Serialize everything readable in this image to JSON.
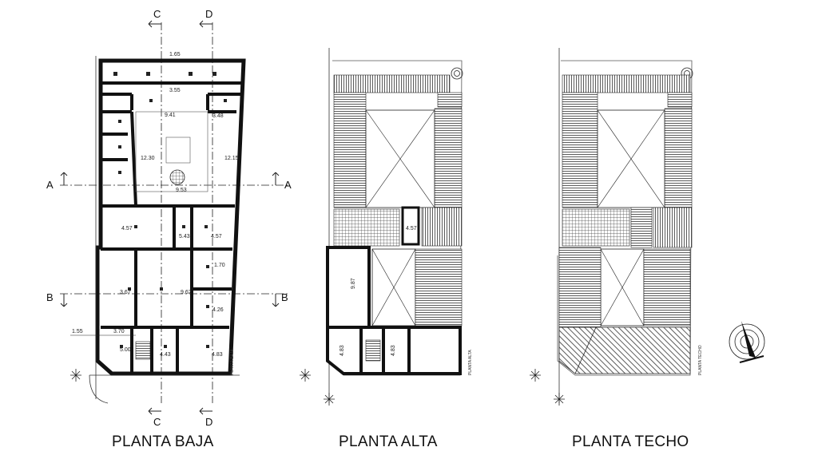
{
  "plans": [
    {
      "title": "PLANTA BAJA"
    },
    {
      "title": "PLANTA ALTA"
    },
    {
      "title": "PLANTA TECHO"
    }
  ],
  "section_marks": {
    "top_c": "C",
    "top_d": "D",
    "bottom_c": "C",
    "bottom_d": "D",
    "left_a": "A",
    "right_a": "A",
    "left_b": "B",
    "right_b": "B"
  },
  "dimensions": {
    "d1": "1.65",
    "d2": "3.55",
    "d3": "9.41",
    "d4": "3.48",
    "d5": "12.30",
    "d6": "12.15",
    "d7": "9.53",
    "d8": "4.57",
    "d9": "5.43",
    "d10": "4.57",
    "d11": "1.70",
    "d12": "3.67",
    "d13": "9.62",
    "d14": "4.26",
    "d15": "3.70",
    "d16": "1.55",
    "d17": "5.00",
    "d18": "4.43",
    "d19": "4.83",
    "alta1": "4.57",
    "alta2": "9.87",
    "alta3": "4.83",
    "alta4": "4.83"
  },
  "side_labels": {
    "baja": "PLANTA BAJA",
    "alta": "PLANTA ALTA",
    "techo": "PLANTA TECHO"
  }
}
